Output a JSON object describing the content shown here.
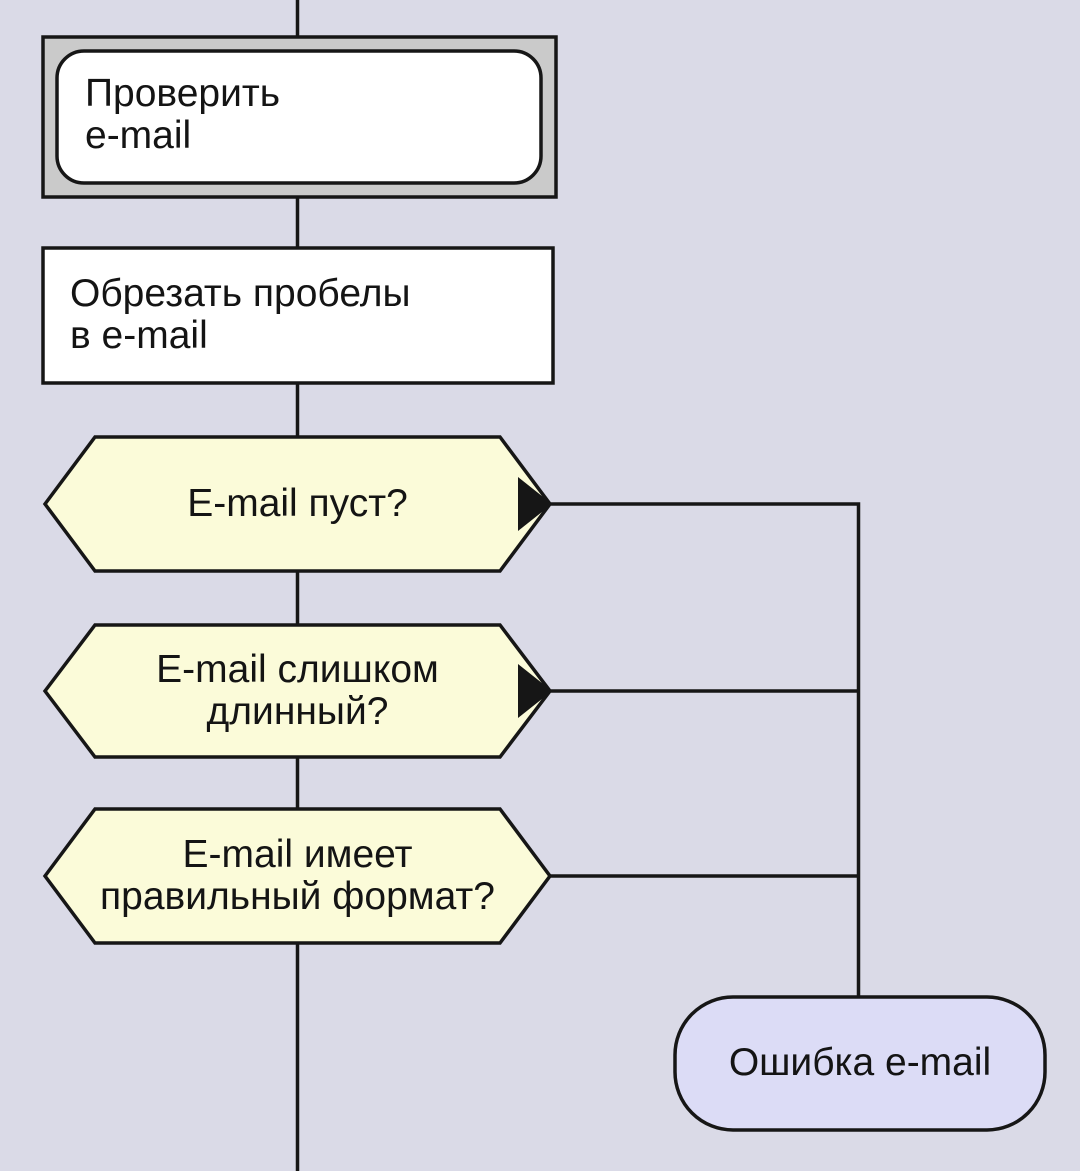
{
  "diagram": {
    "kind": "drakon-flowchart",
    "language": "ru",
    "colors": {
      "background": "#dadae7",
      "question_fill": "#fbfbd9",
      "action_fill": "#ffffff",
      "begin_frame_fill": "#cacaca",
      "address_fill": "#dcdcf6",
      "line": "#161616",
      "text": "#141414"
    },
    "nodes": {
      "begin": {
        "shape": "double-framed-rounded-rect",
        "label": "Проверить\ne-mail"
      },
      "action_trim": {
        "shape": "rect",
        "label": "Обрезать пробелы\nв e-mail"
      },
      "q_empty": {
        "shape": "question-hexagon",
        "label": "E-mail пуст?"
      },
      "q_too_long": {
        "shape": "question-hexagon",
        "label": "E-mail слишком\nдлинный?"
      },
      "q_format": {
        "shape": "question-hexagon",
        "label": "E-mail имеет\nправильный формат?"
      },
      "error": {
        "shape": "rounded-address",
        "label": "Ошибка e-mail"
      }
    }
  }
}
